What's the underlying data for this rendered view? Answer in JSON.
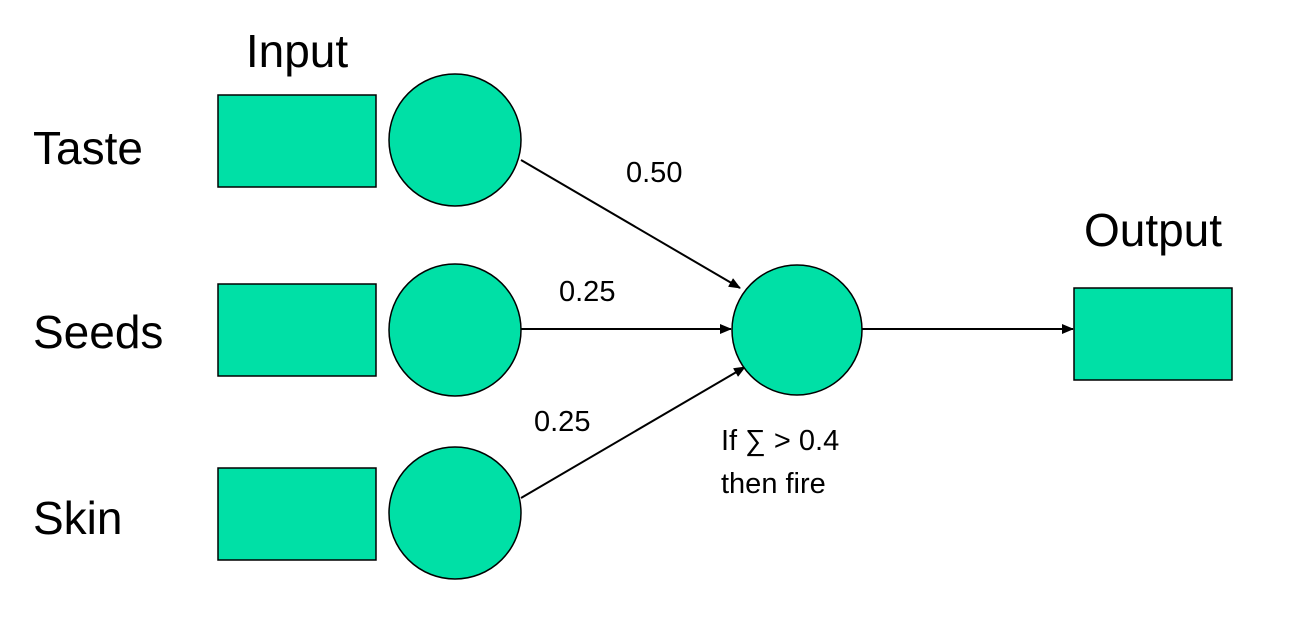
{
  "colors": {
    "node_fill": "#00e0a6",
    "stroke": "#000000",
    "text": "#000000",
    "background": "#ffffff"
  },
  "labels": {
    "input_header": "Input",
    "output_header": "Output"
  },
  "inputs": [
    {
      "label": "Taste",
      "weight": "0.50"
    },
    {
      "label": "Seeds",
      "weight": "0.25"
    },
    {
      "label": "Skin",
      "weight": "0.25"
    }
  ],
  "neuron": {
    "rule_line1": "If ∑ > 0.4",
    "rule_line2": "then fire"
  }
}
